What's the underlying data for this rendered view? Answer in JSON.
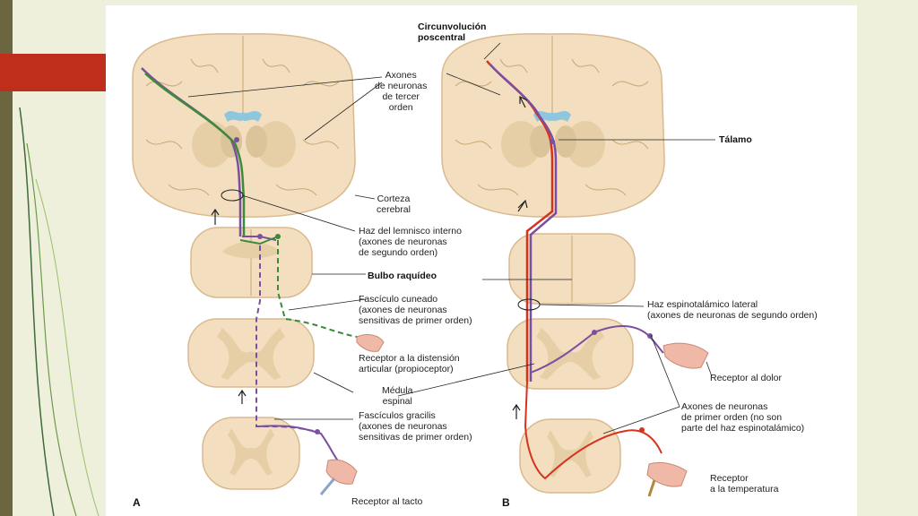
{
  "panel_a": {
    "letter": "A",
    "axones_tercer": [
      "Axones",
      "de neuronas",
      "de tercer",
      "orden"
    ],
    "corteza": [
      "Corteza",
      "cerebral"
    ],
    "haz_lemnisco": "Haz del lemnisco interno",
    "haz_lemnisco_sub": [
      "(axones de neuronas",
      "de segundo orden)"
    ],
    "bulbo": "Bulbo raquídeo",
    "fasc_cuneado": "Fascículo cuneado",
    "fasc_cuneado_sub": [
      "(axones de neuronas",
      "sensitivas de primer orden)"
    ],
    "receptor_distension": [
      "Receptor a la distensión",
      "articular (propioceptor)"
    ],
    "medula": [
      "Médula",
      "espinal"
    ],
    "fasc_gracilis": "Fascículos gracilis",
    "fasc_gracilis_sub": [
      "(axones de neuronas",
      "sensitivas de primer orden)"
    ],
    "receptor_tacto": "Receptor al tacto"
  },
  "panel_b": {
    "letter": "B",
    "circunvolucion": [
      "Circunvolución",
      "poscentral"
    ],
    "talamo": "Tálamo",
    "haz_espino": "Haz espinotalámico lateral",
    "haz_espino_sub": "(axones de neuronas de segundo orden)",
    "receptor_dolor": "Receptor al dolor",
    "axones_primer": [
      "Axones de neuronas",
      "de primer orden (no son",
      "parte del haz espinotalámico)"
    ],
    "receptor_temp": [
      "Receptor",
      "a la temperatura"
    ]
  },
  "colors": {
    "tissue": "#f3dfbf",
    "tissue_edge": "#d9b98f",
    "gray_matter": "#e6cfa6",
    "ventricle": "#8ec6de",
    "tract_purple": "#7a4fa0",
    "tract_green": "#3d8a3a",
    "tract_red": "#d6321e",
    "background": "#eef0dc",
    "accent": "#bf2e1a"
  }
}
